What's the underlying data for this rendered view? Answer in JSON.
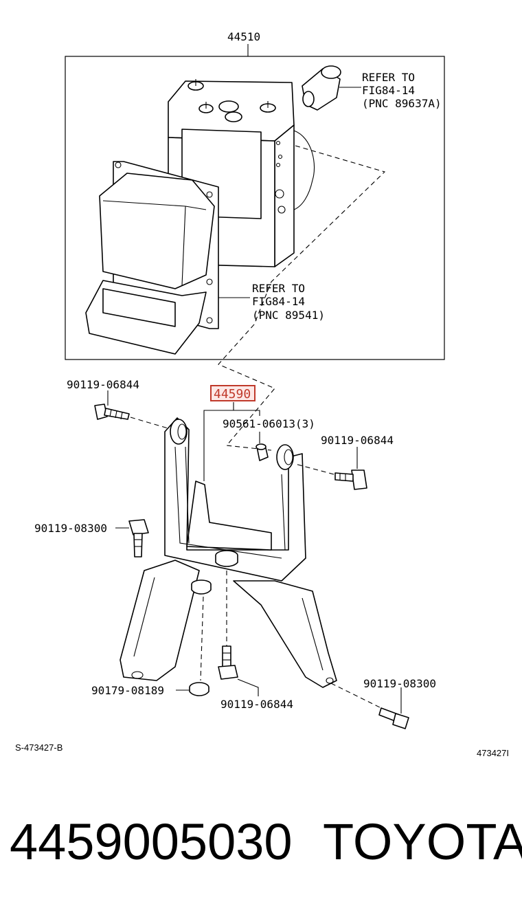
{
  "labels": {
    "assembly": "44510",
    "refer_a_line1": "REFER TO",
    "refer_a_line2": "FIG84-14",
    "refer_a_line3": "(PNC 89637A)",
    "refer_b_line1": "REFER TO",
    "refer_b_line2": "FIG84-14",
    "refer_b_line3": "(PNC 89541)",
    "highlight_part": "44590",
    "bolt_top_left": "90119-06844",
    "nut_cluster": "90561-06013(3)",
    "bolt_right": "90119-06844",
    "bolt_left_mid": "90119-08300",
    "washer_bottom": "90179-08189",
    "bolt_bottom_center": "90119-06844",
    "bolt_bottom_right": "90119-08300",
    "ref_code_left": "S-473427-B",
    "ref_code_right": "473427I"
  },
  "footer": {
    "part_number": "4459005030",
    "brand": "TOYOTA"
  },
  "colors": {
    "highlight": "#c0392b",
    "line": "#000000",
    "background": "#ffffff"
  }
}
